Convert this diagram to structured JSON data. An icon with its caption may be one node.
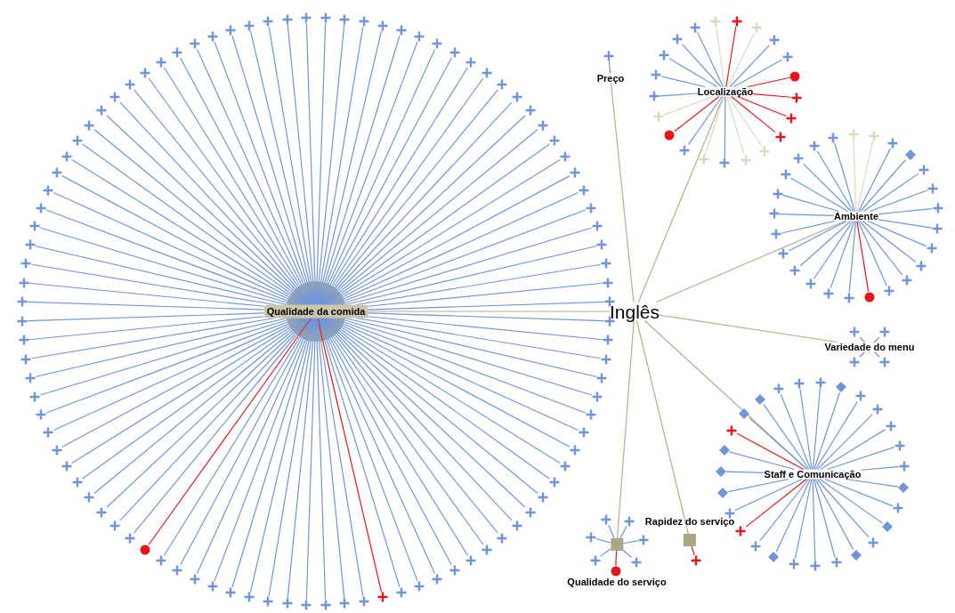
{
  "diagram": {
    "nodes": [
      {
        "text": [
          "Inglês"
        ]
      },
      {
        "text": [
          "Qualidade da comida"
        ]
      },
      {
        "text": [
          "Preço"
        ]
      },
      {
        "text": [
          "Localização"
        ]
      },
      {
        "text": [
          "Ambiente"
        ]
      },
      {
        "text": [
          "Variedade do menu"
        ]
      },
      {
        "text": [
          "Staff e Comunicação"
        ]
      },
      {
        "text": [
          "Rapidez do serviço"
        ]
      },
      {
        "text": [
          "Qualidade do serviço"
        ]
      },
      {
        "text": [],
        "shape": "plus"
      },
      {
        "text": [],
        "shape": "plus"
      },
      {
        "text": [],
        "shape": "plus"
      },
      {
        "text": [],
        "shape": "plus"
      },
      {
        "text": [],
        "shape": "plus"
      },
      {
        "text": [],
        "shape": "plus"
      },
      {
        "text": [],
        "shape": "plus"
      },
      {
        "text": [],
        "shape": "plus"
      },
      {
        "text": [],
        "shape": "plus"
      },
      {
        "text": [],
        "shape": "plus"
      },
      {
        "text": [],
        "shape": "plus"
      },
      {
        "text": [],
        "shape": "plus"
      },
      {
        "text": [],
        "shape": "plus"
      },
      {
        "text": [],
        "shape": "plus"
      },
      {
        "text": [],
        "shape": "plus"
      },
      {
        "text": [],
        "shape": "plus"
      },
      {
        "text": [],
        "shape": "plus"
      },
      {
        "text": [],
        "shape": "plus"
      },
      {
        "text": [],
        "shape": "plus"
      },
      {
        "text": [],
        "shape": "plus"
      },
      {
        "text": [],
        "shape": "plus"
      },
      {
        "text": [],
        "shape": "plus"
      },
      {
        "text": [],
        "shape": "plus"
      },
      {
        "text": [],
        "shape": "plus"
      },
      {
        "text": [],
        "shape": "plus"
      },
      {
        "text": [],
        "shape": "plus"
      },
      {
        "text": [],
        "shape": "plus"
      },
      {
        "text": [],
        "shape": "plus"
      },
      {
        "text": [],
        "shape": "plus"
      },
      {
        "text": [],
        "shape": "plus"
      },
      {
        "text": [],
        "shape": "plus"
      },
      {
        "text": [],
        "shape": "plus"
      },
      {
        "text": [],
        "shape": "plus"
      },
      {
        "text": [],
        "shape": "plus"
      },
      {
        "text": [],
        "shape": "plus"
      },
      {
        "text": [],
        "shape": "plus"
      },
      {
        "text": [],
        "shape": "plus"
      },
      {
        "text": [],
        "shape": "plus"
      },
      {
        "text": [],
        "shape": "plus"
      },
      {
        "text": [],
        "shape": "plus"
      },
      {
        "text": [],
        "shape": "plus"
      },
      {
        "text": [],
        "shape": "plus"
      },
      {
        "text": [],
        "shape": "plus"
      },
      {
        "text": [],
        "shape": "plus"
      },
      {
        "text": [],
        "shape": "plus"
      },
      {
        "text": [],
        "shape": "plus"
      },
      {
        "text": [],
        "shape": "plus"
      },
      {
        "text": [],
        "shape": "plus"
      },
      {
        "text": [],
        "shape": "plus"
      },
      {
        "text": [],
        "shape": "plus"
      },
      {
        "text": [],
        "shape": "plus"
      },
      {
        "text": [],
        "shape": "plus"
      },
      {
        "text": [],
        "shape": "plus"
      },
      {
        "text": [],
        "shape": "plus"
      },
      {
        "text": [],
        "shape": "plus"
      },
      {
        "text": [],
        "shape": "plus"
      },
      {
        "text": [],
        "shape": "plus"
      },
      {
        "text": [],
        "shape": "circle"
      },
      {
        "text": [],
        "shape": "plus"
      },
      {
        "text": [],
        "shape": "plus"
      },
      {
        "text": [],
        "shape": "plus"
      },
      {
        "text": [],
        "shape": "plus"
      },
      {
        "text": [],
        "shape": "plus"
      },
      {
        "text": [],
        "shape": "plus"
      },
      {
        "text": [],
        "shape": "plus"
      },
      {
        "text": [],
        "shape": "plus"
      },
      {
        "text": [],
        "shape": "plus"
      },
      {
        "text": [],
        "shape": "plus"
      },
      {
        "text": [],
        "shape": "plus"
      },
      {
        "text": [],
        "shape": "plus"
      },
      {
        "text": [],
        "shape": "plus"
      },
      {
        "text": [],
        "shape": "plus"
      },
      {
        "text": [],
        "shape": "plus"
      },
      {
        "text": [],
        "shape": "plus"
      },
      {
        "text": [],
        "shape": "plus"
      },
      {
        "text": [],
        "shape": "plus"
      },
      {
        "text": [],
        "shape": "plus"
      },
      {
        "text": [],
        "shape": "plus"
      },
      {
        "text": [],
        "shape": "plus"
      },
      {
        "text": [],
        "shape": "plus"
      },
      {
        "text": [],
        "shape": "plus"
      },
      {
        "text": [],
        "shape": "plus"
      },
      {
        "text": [],
        "shape": "plus"
      },
      {
        "text": [],
        "shape": "plus"
      },
      {
        "text": [],
        "shape": "plus"
      },
      {
        "text": [],
        "shape": "plus"
      },
      {
        "text": [],
        "shape": "plus"
      },
      {
        "text": [],
        "shape": "plus"
      },
      {
        "text": [],
        "shape": "plus"
      },
      {
        "text": [],
        "shape": "plus"
      },
      {
        "text": [],
        "shape": "plus"
      },
      {
        "text": [],
        "shape": "plus"
      },
      {
        "text": [],
        "shape": "plus"
      },
      {
        "text": [],
        "shape": "plus"
      },
      {
        "text": [],
        "shape": "plus"
      },
      {
        "text": [],
        "shape": "plus"
      },
      {
        "text": [],
        "shape": "plus"
      },
      {
        "text": [],
        "shape": "plus"
      },
      {
        "text": [],
        "shape": "plus"
      },
      {
        "text": [],
        "shape": "plus"
      },
      {
        "text": [],
        "shape": "plus"
      },
      {
        "text": [],
        "shape": "plus"
      },
      {
        "text": [],
        "shape": "circle"
      },
      {
        "text": [],
        "shape": "plus"
      },
      {
        "text": [],
        "shape": "plus"
      },
      {
        "text": [],
        "shape": "plus"
      },
      {
        "text": [],
        "shape": "plus"
      },
      {
        "text": [],
        "shape": "plus"
      },
      {
        "text": [],
        "shape": "plus"
      },
      {
        "text": [],
        "shape": "plus"
      },
      {
        "text": [],
        "shape": "plus"
      },
      {
        "text": [],
        "shape": "circle"
      },
      {
        "text": [],
        "shape": "plus"
      },
      {
        "text": [],
        "shape": "plus"
      },
      {
        "text": [],
        "shape": "plus"
      },
      {
        "text": [],
        "shape": "plus"
      },
      {
        "text": [],
        "shape": "plus"
      },
      {
        "text": [],
        "shape": "plus"
      },
      {
        "text": [],
        "shape": "plus"
      },
      {
        "text": [],
        "shape": "plus"
      },
      {
        "text": [],
        "shape": "plus"
      },
      {
        "text": [],
        "shape": "diamond"
      },
      {
        "text": [],
        "shape": "plus"
      },
      {
        "text": [],
        "shape": "plus"
      },
      {
        "text": [],
        "shape": "plus"
      },
      {
        "text": [],
        "shape": "plus"
      },
      {
        "text": [],
        "shape": "plus"
      },
      {
        "text": [],
        "shape": "plus"
      },
      {
        "text": [],
        "shape": "plus"
      },
      {
        "text": [],
        "shape": "plus"
      },
      {
        "text": [],
        "shape": "circle"
      },
      {
        "text": [],
        "shape": "plus"
      },
      {
        "text": [],
        "shape": "plus"
      },
      {
        "text": [],
        "shape": "plus"
      },
      {
        "text": [],
        "shape": "plus"
      },
      {
        "text": [],
        "shape": "plus"
      },
      {
        "text": [],
        "shape": "plus"
      },
      {
        "text": [],
        "shape": "plus"
      },
      {
        "text": [],
        "shape": "plus"
      },
      {
        "text": [],
        "shape": "plus"
      },
      {
        "text": [],
        "shape": "plus"
      },
      {
        "text": [],
        "shape": "plus"
      },
      {
        "text": [],
        "shape": "plus"
      },
      {
        "text": [],
        "shape": "plus"
      },
      {
        "text": [],
        "shape": "plus"
      },
      {
        "text": [],
        "shape": "plus"
      },
      {
        "text": [],
        "shape": "plus"
      },
      {
        "text": [],
        "shape": "plus"
      },
      {
        "text": [],
        "shape": "diamond"
      },
      {
        "text": [],
        "shape": "plus"
      },
      {
        "text": [],
        "shape": "plus"
      },
      {
        "text": [],
        "shape": "plus"
      },
      {
        "text": [],
        "shape": "plus"
      },
      {
        "text": [],
        "shape": "plus"
      },
      {
        "text": [],
        "shape": "diamond"
      },
      {
        "text": [],
        "shape": "plus"
      },
      {
        "text": [],
        "shape": "diamond"
      },
      {
        "text": [],
        "shape": "plus"
      },
      {
        "text": [],
        "shape": "diamond"
      },
      {
        "text": [],
        "shape": "plus"
      },
      {
        "text": [],
        "shape": "plus"
      },
      {
        "text": [],
        "shape": "plus"
      },
      {
        "text": [],
        "shape": "diamond"
      },
      {
        "text": [],
        "shape": "plus"
      },
      {
        "text": [],
        "shape": "plus"
      },
      {
        "text": [],
        "shape": "plus"
      },
      {
        "text": [],
        "shape": "diamond"
      },
      {
        "text": [],
        "shape": "diamond"
      },
      {
        "text": [],
        "shape": "diamond"
      },
      {
        "text": [],
        "shape": "plus"
      },
      {
        "text": [],
        "shape": "diamond"
      },
      {
        "text": [],
        "shape": "diamond"
      },
      {
        "text": [],
        "shape": "plus"
      },
      {
        "text": [],
        "shape": "plus"
      },
      {
        "text": [],
        "shape": "plus"
      },
      {
        "text": [],
        "shape": "plus"
      },
      {
        "text": [],
        "shape": "plus"
      },
      {
        "text": [],
        "shape": "circle"
      },
      {
        "text": [],
        "shape": "plus"
      },
      {
        "text": [],
        "shape": "plus"
      },
      {
        "text": [],
        "shape": "plus"
      },
      {
        "text": [],
        "shape": "plus"
      }
    ],
    "edges": [
      {
        "from": 0,
        "to": 1,
        "arrow": "none",
        "color": "#b3ae8c"
      },
      {
        "from": 0,
        "to": 2,
        "arrow": "none",
        "color": "#b3ae8c"
      },
      {
        "from": 0,
        "to": 3,
        "arrow": "none",
        "color": "#b3ae8c"
      },
      {
        "from": 0,
        "to": 4,
        "arrow": "none",
        "color": "#b3ae8c"
      },
      {
        "from": 0,
        "to": 5,
        "arrow": "none",
        "color": "#b3ae8c"
      },
      {
        "from": 0,
        "to": 6,
        "arrow": "none",
        "color": "#b3ae8c"
      },
      {
        "from": 0,
        "to": 7,
        "arrow": "none",
        "color": "#b3ae8c"
      },
      {
        "from": 0,
        "to": 8,
        "arrow": "none",
        "color": "#b3ae8c"
      },
      {
        "from": 1,
        "to": 9,
        "arrow": "none"
      },
      {
        "from": 1,
        "to": 10,
        "arrow": "none"
      },
      {
        "from": 1,
        "to": 11,
        "arrow": "none"
      },
      {
        "from": 1,
        "to": 12,
        "arrow": "none"
      },
      {
        "from": 1,
        "to": 13,
        "arrow": "none"
      },
      {
        "from": 1,
        "to": 14,
        "arrow": "none"
      },
      {
        "from": 1,
        "to": 15,
        "arrow": "none"
      },
      {
        "from": 1,
        "to": 16,
        "arrow": "none"
      },
      {
        "from": 1,
        "to": 17,
        "arrow": "none"
      },
      {
        "from": 1,
        "to": 18,
        "arrow": "none"
      },
      {
        "from": 1,
        "to": 19,
        "arrow": "none"
      },
      {
        "from": 1,
        "to": 20,
        "arrow": "none"
      },
      {
        "from": 1,
        "to": 21,
        "arrow": "none"
      },
      {
        "from": 1,
        "to": 22,
        "arrow": "none"
      },
      {
        "from": 1,
        "to": 23,
        "arrow": "none"
      },
      {
        "from": 1,
        "to": 24,
        "arrow": "none"
      },
      {
        "from": 1,
        "to": 25,
        "arrow": "none"
      },
      {
        "from": 1,
        "to": 26,
        "arrow": "none"
      },
      {
        "from": 1,
        "to": 27,
        "arrow": "none"
      },
      {
        "from": 1,
        "to": 28,
        "arrow": "none"
      },
      {
        "from": 1,
        "to": 29,
        "arrow": "none"
      },
      {
        "from": 1,
        "to": 30,
        "arrow": "none"
      },
      {
        "from": 1,
        "to": 31,
        "arrow": "none"
      },
      {
        "from": 1,
        "to": 32,
        "arrow": "none"
      },
      {
        "from": 1,
        "to": 33,
        "arrow": "none"
      },
      {
        "from": 1,
        "to": 34,
        "arrow": "none"
      },
      {
        "from": 1,
        "to": 35,
        "arrow": "none"
      },
      {
        "from": 1,
        "to": 36,
        "arrow": "none"
      },
      {
        "from": 1,
        "to": 37,
        "arrow": "none"
      },
      {
        "from": 1,
        "to": 38,
        "arrow": "none"
      },
      {
        "from": 1,
        "to": 39,
        "arrow": "none"
      },
      {
        "from": 1,
        "to": 40,
        "arrow": "none"
      },
      {
        "from": 1,
        "to": 41,
        "arrow": "none"
      },
      {
        "from": 1,
        "to": 42,
        "arrow": "none"
      },
      {
        "from": 1,
        "to": 43,
        "arrow": "none"
      },
      {
        "from": 1,
        "to": 44,
        "arrow": "none"
      },
      {
        "from": 1,
        "to": 45,
        "arrow": "none"
      },
      {
        "from": 1,
        "to": 46,
        "arrow": "none"
      },
      {
        "from": 1,
        "to": 47,
        "arrow": "none"
      },
      {
        "from": 1,
        "to": 48,
        "arrow": "none"
      },
      {
        "from": 1,
        "to": 49,
        "arrow": "none"
      },
      {
        "from": 1,
        "to": 50,
        "arrow": "none"
      },
      {
        "from": 1,
        "to": 51,
        "arrow": "none"
      },
      {
        "from": 1,
        "to": 52,
        "arrow": "none"
      },
      {
        "from": 1,
        "to": 53,
        "arrow": "none",
        "color": "#e8141c"
      },
      {
        "from": 1,
        "to": 54,
        "arrow": "none"
      },
      {
        "from": 1,
        "to": 55,
        "arrow": "none"
      },
      {
        "from": 1,
        "to": 56,
        "arrow": "none"
      },
      {
        "from": 1,
        "to": 57,
        "arrow": "none"
      },
      {
        "from": 1,
        "to": 58,
        "arrow": "none"
      },
      {
        "from": 1,
        "to": 59,
        "arrow": "none"
      },
      {
        "from": 1,
        "to": 60,
        "arrow": "none"
      },
      {
        "from": 1,
        "to": 61,
        "arrow": "none"
      },
      {
        "from": 1,
        "to": 62,
        "arrow": "none"
      },
      {
        "from": 1,
        "to": 63,
        "arrow": "none"
      },
      {
        "from": 1,
        "to": 64,
        "arrow": "none"
      },
      {
        "from": 1,
        "to": 65,
        "arrow": "none"
      },
      {
        "from": 1,
        "to": 66,
        "arrow": "none",
        "color": "#e8141c"
      },
      {
        "from": 1,
        "to": 67,
        "arrow": "none"
      },
      {
        "from": 1,
        "to": 68,
        "arrow": "none"
      },
      {
        "from": 1,
        "to": 69,
        "arrow": "none"
      },
      {
        "from": 1,
        "to": 70,
        "arrow": "none"
      },
      {
        "from": 1,
        "to": 71,
        "arrow": "none"
      },
      {
        "from": 1,
        "to": 72,
        "arrow": "none"
      },
      {
        "from": 1,
        "to": 73,
        "arrow": "none"
      },
      {
        "from": 1,
        "to": 74,
        "arrow": "none"
      },
      {
        "from": 1,
        "to": 75,
        "arrow": "none"
      },
      {
        "from": 1,
        "to": 76,
        "arrow": "none"
      },
      {
        "from": 1,
        "to": 77,
        "arrow": "none"
      },
      {
        "from": 1,
        "to": 78,
        "arrow": "none"
      },
      {
        "from": 1,
        "to": 79,
        "arrow": "none"
      },
      {
        "from": 1,
        "to": 80,
        "arrow": "none"
      },
      {
        "from": 1,
        "to": 81,
        "arrow": "none"
      },
      {
        "from": 1,
        "to": 82,
        "arrow": "none"
      },
      {
        "from": 1,
        "to": 83,
        "arrow": "none"
      },
      {
        "from": 1,
        "to": 84,
        "arrow": "none"
      },
      {
        "from": 1,
        "to": 85,
        "arrow": "none"
      },
      {
        "from": 1,
        "to": 86,
        "arrow": "none"
      },
      {
        "from": 1,
        "to": 87,
        "arrow": "none"
      },
      {
        "from": 1,
        "to": 88,
        "arrow": "none"
      },
      {
        "from": 1,
        "to": 89,
        "arrow": "none"
      },
      {
        "from": 1,
        "to": 90,
        "arrow": "none"
      },
      {
        "from": 1,
        "to": 91,
        "arrow": "none"
      },
      {
        "from": 1,
        "to": 92,
        "arrow": "none"
      },
      {
        "from": 1,
        "to": 93,
        "arrow": "none"
      },
      {
        "from": 1,
        "to": 94,
        "arrow": "none"
      },
      {
        "from": 1,
        "to": 95,
        "arrow": "none"
      },
      {
        "from": 1,
        "to": 96,
        "arrow": "none"
      },
      {
        "from": 1,
        "to": 97,
        "arrow": "none"
      },
      {
        "from": 1,
        "to": 98,
        "arrow": "none"
      },
      {
        "from": 1,
        "to": 99,
        "arrow": "none"
      },
      {
        "from": 1,
        "to": 100,
        "arrow": "none"
      },
      {
        "from": 1,
        "to": 101,
        "arrow": "none"
      },
      {
        "from": 1,
        "to": 102,
        "arrow": "none"
      },
      {
        "from": 1,
        "to": 103,
        "arrow": "none"
      },
      {
        "from": 1,
        "to": 104,
        "arrow": "none"
      },
      {
        "from": 2,
        "to": 105,
        "arrow": "none"
      },
      {
        "from": 3,
        "to": 106,
        "arrow": "none",
        "color": "#ddd8bd"
      },
      {
        "from": 3,
        "to": 107,
        "arrow": "none",
        "color": "#e8141c"
      },
      {
        "from": 3,
        "to": 108,
        "arrow": "none",
        "color": "#ddd8bd"
      },
      {
        "from": 3,
        "to": 109,
        "arrow": "none"
      },
      {
        "from": 3,
        "to": 110,
        "arrow": "none"
      },
      {
        "from": 3,
        "to": 111,
        "arrow": "none",
        "color": "#e8141c"
      },
      {
        "from": 3,
        "to": 112,
        "arrow": "none",
        "color": "#e8141c"
      },
      {
        "from": 3,
        "to": 113,
        "arrow": "none",
        "color": "#e8141c"
      },
      {
        "from": 3,
        "to": 114,
        "arrow": "none",
        "color": "#e8141c"
      },
      {
        "from": 3,
        "to": 115,
        "arrow": "none",
        "color": "#ddd8bd"
      },
      {
        "from": 3,
        "to": 116,
        "arrow": "none",
        "color": "#ddd8bd"
      },
      {
        "from": 3,
        "to": 117,
        "arrow": "none"
      },
      {
        "from": 3,
        "to": 118,
        "arrow": "none",
        "color": "#ddd8bd"
      },
      {
        "from": 3,
        "to": 119,
        "arrow": "none"
      },
      {
        "from": 3,
        "to": 120,
        "arrow": "none",
        "color": "#e8141c"
      },
      {
        "from": 3,
        "to": 121,
        "arrow": "none",
        "color": "#ddd8bd"
      },
      {
        "from": 3,
        "to": 122,
        "arrow": "none"
      },
      {
        "from": 3,
        "to": 123,
        "arrow": "none"
      },
      {
        "from": 3,
        "to": 124,
        "arrow": "none"
      },
      {
        "from": 3,
        "to": 125,
        "arrow": "none"
      },
      {
        "from": 3,
        "to": 126,
        "arrow": "none"
      },
      {
        "from": 4,
        "to": 127,
        "arrow": "none",
        "color": "#ddd8bd"
      },
      {
        "from": 4,
        "to": 128,
        "arrow": "none",
        "color": "#ddd8bd"
      },
      {
        "from": 4,
        "to": 129,
        "arrow": "none"
      },
      {
        "from": 4,
        "to": 130,
        "arrow": "none"
      },
      {
        "from": 4,
        "to": 131,
        "arrow": "none"
      },
      {
        "from": 4,
        "to": 132,
        "arrow": "none"
      },
      {
        "from": 4,
        "to": 133,
        "arrow": "none"
      },
      {
        "from": 4,
        "to": 134,
        "arrow": "none"
      },
      {
        "from": 4,
        "to": 135,
        "arrow": "none"
      },
      {
        "from": 4,
        "to": 136,
        "arrow": "none"
      },
      {
        "from": 4,
        "to": 137,
        "arrow": "none"
      },
      {
        "from": 4,
        "to": 138,
        "arrow": "none"
      },
      {
        "from": 4,
        "to": 139,
        "arrow": "none",
        "color": "#e8141c"
      },
      {
        "from": 4,
        "to": 140,
        "arrow": "none"
      },
      {
        "from": 4,
        "to": 141,
        "arrow": "none"
      },
      {
        "from": 4,
        "to": 142,
        "arrow": "none"
      },
      {
        "from": 4,
        "to": 143,
        "arrow": "none"
      },
      {
        "from": 4,
        "to": 144,
        "arrow": "none"
      },
      {
        "from": 4,
        "to": 145,
        "arrow": "none"
      },
      {
        "from": 4,
        "to": 146,
        "arrow": "none"
      },
      {
        "from": 4,
        "to": 147,
        "arrow": "none"
      },
      {
        "from": 4,
        "to": 148,
        "arrow": "none"
      },
      {
        "from": 4,
        "to": 149,
        "arrow": "none"
      },
      {
        "from": 4,
        "to": 150,
        "arrow": "none"
      },
      {
        "from": 4,
        "to": 151,
        "arrow": "none"
      },
      {
        "from": 5,
        "to": 152,
        "arrow": "none"
      },
      {
        "from": 5,
        "to": 153,
        "arrow": "none"
      },
      {
        "from": 5,
        "to": 154,
        "arrow": "none"
      },
      {
        "from": 5,
        "to": 155,
        "arrow": "none"
      },
      {
        "from": 6,
        "to": 156,
        "arrow": "none"
      },
      {
        "from": 6,
        "to": 157,
        "arrow": "none"
      },
      {
        "from": 6,
        "to": 158,
        "arrow": "none"
      },
      {
        "from": 6,
        "to": 159,
        "arrow": "none"
      },
      {
        "from": 6,
        "to": 160,
        "arrow": "none"
      },
      {
        "from": 6,
        "to": 161,
        "arrow": "none"
      },
      {
        "from": 6,
        "to": 162,
        "arrow": "none"
      },
      {
        "from": 6,
        "to": 163,
        "arrow": "none"
      },
      {
        "from": 6,
        "to": 164,
        "arrow": "none"
      },
      {
        "from": 6,
        "to": 165,
        "arrow": "none"
      },
      {
        "from": 6,
        "to": 166,
        "arrow": "none"
      },
      {
        "from": 6,
        "to": 167,
        "arrow": "none"
      },
      {
        "from": 6,
        "to": 168,
        "arrow": "none"
      },
      {
        "from": 6,
        "to": 169,
        "arrow": "none"
      },
      {
        "from": 6,
        "to": 170,
        "arrow": "none"
      },
      {
        "from": 6,
        "to": 171,
        "arrow": "none"
      },
      {
        "from": 6,
        "to": 172,
        "arrow": "none"
      },
      {
        "from": 6,
        "to": 173,
        "arrow": "none",
        "color": "#e8141c"
      },
      {
        "from": 6,
        "to": 174,
        "arrow": "none"
      },
      {
        "from": 6,
        "to": 175,
        "arrow": "none"
      },
      {
        "from": 6,
        "to": 176,
        "arrow": "none"
      },
      {
        "from": 6,
        "to": 177,
        "arrow": "none"
      },
      {
        "from": 6,
        "to": 178,
        "arrow": "none",
        "color": "#e8141c"
      },
      {
        "from": 6,
        "to": 179,
        "arrow": "none"
      },
      {
        "from": 6,
        "to": 180,
        "arrow": "none"
      },
      {
        "from": 6,
        "to": 181,
        "arrow": "none"
      },
      {
        "from": 6,
        "to": 182,
        "arrow": "none"
      },
      {
        "from": 7,
        "to": 183,
        "arrow": "none",
        "color": "#e8141c"
      },
      {
        "from": 8,
        "to": 184,
        "arrow": "none"
      },
      {
        "from": 8,
        "to": 185,
        "arrow": "none"
      },
      {
        "from": 8,
        "to": 186,
        "arrow": "none",
        "color": "#e8141c"
      },
      {
        "from": 8,
        "to": 187,
        "arrow": "none"
      },
      {
        "from": 8,
        "to": 188,
        "arrow": "none"
      },
      {
        "from": 8,
        "to": 189,
        "arrow": "none"
      },
      {
        "from": 8,
        "to": 190,
        "arrow": "none"
      }
    ]
  }
}
